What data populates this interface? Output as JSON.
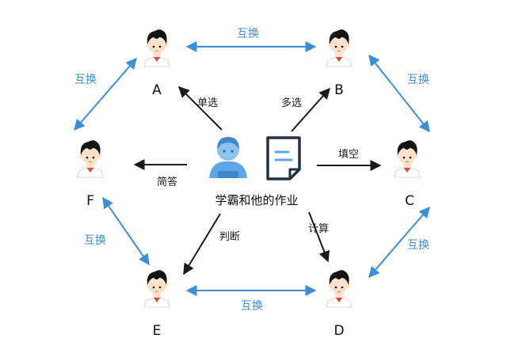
{
  "colors": {
    "exchange": "#3b8fd9",
    "arrow": "#1a1a1a",
    "hair": "#141414",
    "skin": "#fde1c8",
    "collar": "#d94a3a",
    "student": "#5ea7e6",
    "doc": "#253040",
    "doc_lines": "#5ea7e6"
  },
  "icons": {
    "student": "student-avatar-icon",
    "homework": "document-icon",
    "student_node": "boy-avatar-icon"
  },
  "center": {
    "title": "学霸和他的作业"
  },
  "nodes": {
    "A": {
      "label": "A"
    },
    "B": {
      "label": "B"
    },
    "C": {
      "label": "C"
    },
    "D": {
      "label": "D"
    },
    "E": {
      "label": "E"
    },
    "F": {
      "label": "F"
    }
  },
  "question_types": {
    "A": "单选",
    "B": "多选",
    "C": "填空",
    "D": "计算",
    "E": "判断",
    "F": "简答"
  },
  "exchange_label": "互换"
}
